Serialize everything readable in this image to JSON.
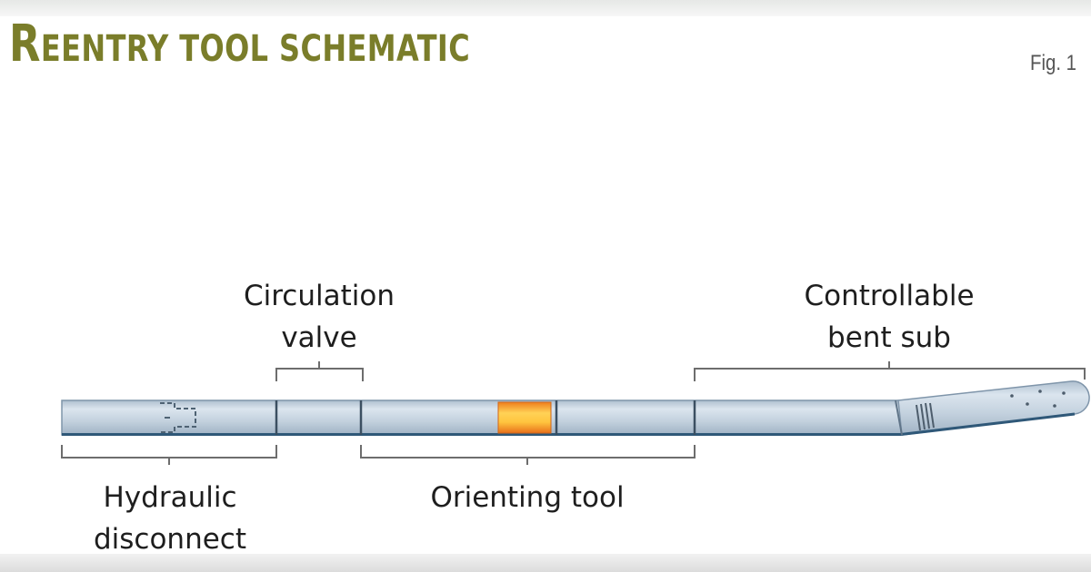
{
  "title": {
    "initial": "R",
    "rest": "EENTRY TOOL SCHEMATIC"
  },
  "figure_label": "Fig. 1",
  "labels": {
    "circulation_valve": [
      "Circulation",
      "valve"
    ],
    "controllable_bent_sub": [
      "Controllable",
      "bent sub"
    ],
    "hydraulic_disconnect": [
      "Hydraulic",
      "disconnect"
    ],
    "orienting_tool": [
      "Orienting tool"
    ]
  },
  "colors": {
    "title": "#7a7d2a",
    "tool_body": "#c7d4e0",
    "tool_edge": "#2f5878",
    "orienting_band": "#f2a33a",
    "bracket": "#6d6d6d"
  }
}
